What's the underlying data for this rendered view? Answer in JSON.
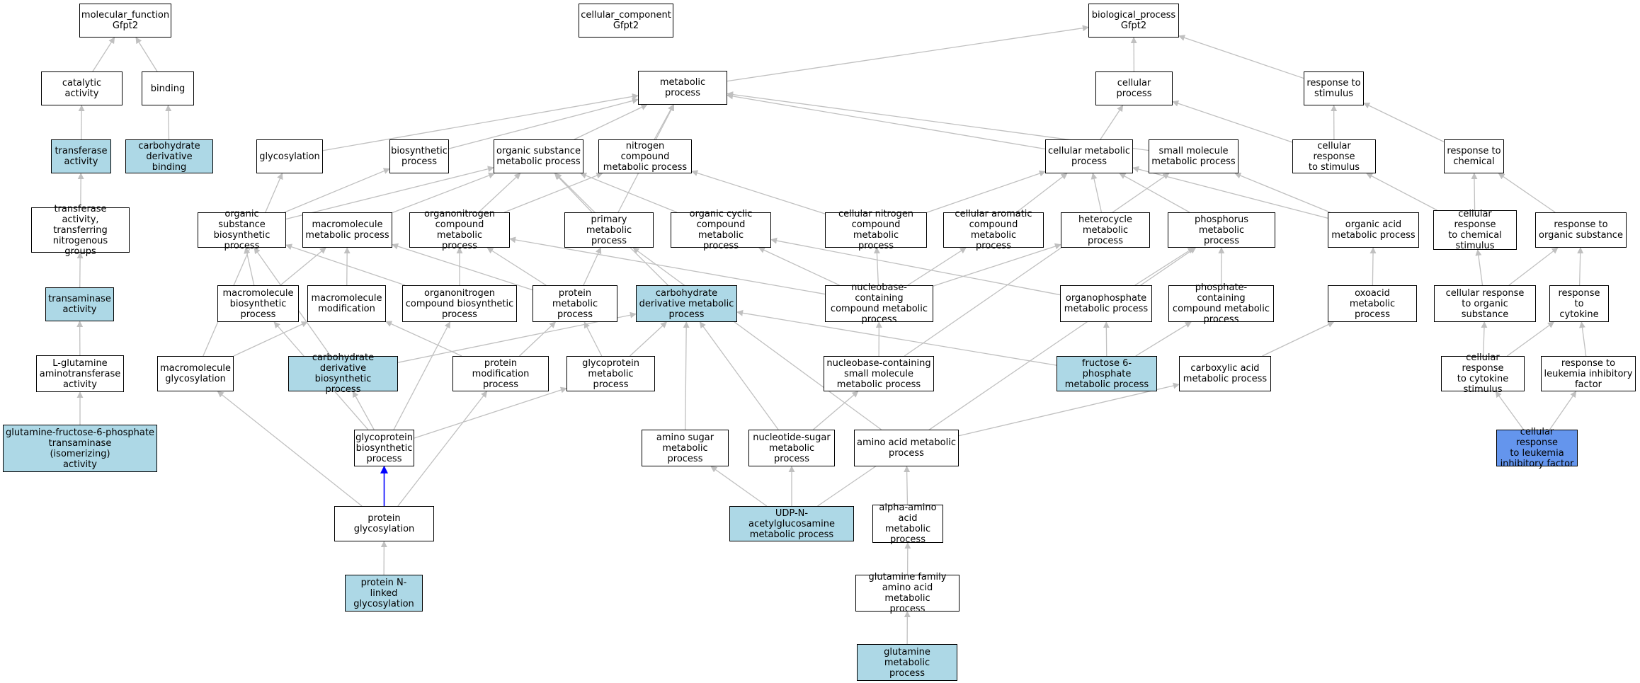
{
  "nodes": {
    "mf": "molecular_function\nGfpt2",
    "cc": "cellular_component\nGfpt2",
    "bp": "biological_process\nGfpt2",
    "cat": "catalytic activity",
    "bind": "binding",
    "tact": "transferase\nactivity",
    "cdb": "carbohydrate\nderivative binding",
    "tng": "transferase\nactivity, transferring\nnitrogenous\ngroups",
    "tam": "transaminase\nactivity",
    "lgl": "L-glutamine\naminotransferase\nactivity",
    "gf6p": "glutamine-fructose-6-phosphate\ntransaminase\n(isomerizing)\nactivity",
    "met": "metabolic process",
    "cp": "cellular process",
    "rs": "response to\nstimulus",
    "gly": "glycosylation",
    "bio": "biosynthetic\nprocess",
    "osm": "organic substance\nmetabolic process",
    "ncm": "nitrogen compound\nmetabolic process",
    "cmp": "cellular metabolic\nprocess",
    "smm": "small molecule\nmetabolic process",
    "crs": "cellular response\nto stimulus",
    "rch": "response to\nchemical",
    "osb": "organic substance\nbiosynthetic\nprocess",
    "macm": "macromolecule\nmetabolic process",
    "oncm": "organonitrogen\ncompound metabolic\nprocess",
    "pmp": "primary metabolic\nprocess",
    "occ": "organic cyclic\ncompound metabolic\nprocess",
    "cnc": "cellular nitrogen\ncompound metabolic\nprocess",
    "cac": "cellular aromatic\ncompound metabolic\nprocess",
    "het": "heterocycle\nmetabolic process",
    "pho": "phosphorus metabolic\nprocess",
    "oam": "organic acid\nmetabolic process",
    "crc": "cellular response\nto chemical\nstimulus",
    "ros": "response to\norganic substance",
    "mbp": "macromolecule\nbiosynthetic\nprocess",
    "mmod": "macromolecule\nmodification",
    "onb": "organonitrogen\ncompound biosynthetic\nprocess",
    "prm": "protein metabolic\nprocess",
    "cdm": "carbohydrate\nderivative metabolic\nprocess",
    "nbc": "nucleobase-containing\ncompound metabolic\nprocess",
    "orgp": "organophosphate\nmetabolic process",
    "pcc": "phosphate-containing\ncompound metabolic\nprocess",
    "oxo": "oxoacid metabolic\nprocess",
    "cro": "cellular response\nto organic substance",
    "rcy": "response to\ncytokine",
    "mgly": "macromolecule\nglycosylation",
    "cdbp": "carbohydrate\nderivative biosynthetic\nprocess",
    "pmod": "protein modification\nprocess",
    "gpm": "glycoprotein\nmetabolic process",
    "nbs": "nucleobase-containing\nsmall molecule\nmetabolic process",
    "f6p": "fructose 6-phosphate\nmetabolic process",
    "cam": "carboxylic acid\nmetabolic process",
    "crcs": "cellular response\nto cytokine\nstimulus",
    "rlif": "response to\nleukemia inhibitory\nfactor",
    "gbp": "glycoprotein\nbiosynthetic\nprocess",
    "asm": "amino sugar\nmetabolic process",
    "nsm": "nucleotide-sugar\nmetabolic process",
    "aam": "amino acid metabolic\nprocess",
    "crlif": "cellular response\nto leukemia\ninhibitory factor",
    "pgly": "protein glycosylation",
    "udp": "UDP-N-acetylglucosamine\nmetabolic process",
    "aaa": "alpha-amino\nacid metabolic\nprocess",
    "pnl": "protein N-linked\nglycosylation",
    "gfam": "glutamine family\namino acid metabolic\nprocess",
    "glm": "glutamine metabolic\nprocess"
  },
  "edges": [
    [
      "cat",
      "mf"
    ],
    [
      "bind",
      "mf"
    ],
    [
      "tact",
      "cat"
    ],
    [
      "cdb",
      "bind"
    ],
    [
      "tng",
      "tact"
    ],
    [
      "tam",
      "tng"
    ],
    [
      "lgl",
      "tam"
    ],
    [
      "gf6p",
      "lgl"
    ],
    [
      "met",
      "bp"
    ],
    [
      "cp",
      "bp"
    ],
    [
      "rs",
      "bp"
    ],
    [
      "gly",
      "met"
    ],
    [
      "bio",
      "met"
    ],
    [
      "osm",
      "met"
    ],
    [
      "ncm",
      "met"
    ],
    [
      "cmp",
      "met"
    ],
    [
      "smm",
      "met"
    ],
    [
      "pmp",
      "met"
    ],
    [
      "cmp",
      "cp"
    ],
    [
      "crs",
      "cp"
    ],
    [
      "crs",
      "rs"
    ],
    [
      "rch",
      "rs"
    ],
    [
      "osb",
      "bio"
    ],
    [
      "osb",
      "osm"
    ],
    [
      "macm",
      "osm"
    ],
    [
      "oncm",
      "osm"
    ],
    [
      "oncm",
      "ncm"
    ],
    [
      "pmp",
      "osm"
    ],
    [
      "occ",
      "osm"
    ],
    [
      "cnc",
      "ncm"
    ],
    [
      "cnc",
      "cmp"
    ],
    [
      "cac",
      "cmp"
    ],
    [
      "het",
      "cmp"
    ],
    [
      "pho",
      "cmp"
    ],
    [
      "oam",
      "cmp"
    ],
    [
      "oam",
      "smm"
    ],
    [
      "crc",
      "crs"
    ],
    [
      "crc",
      "rch"
    ],
    [
      "ros",
      "rch"
    ],
    [
      "mbp",
      "osb"
    ],
    [
      "mbp",
      "macm"
    ],
    [
      "mmod",
      "macm"
    ],
    [
      "onb",
      "oncm"
    ],
    [
      "onb",
      "osb"
    ],
    [
      "prm",
      "pmp"
    ],
    [
      "prm",
      "oncm"
    ],
    [
      "prm",
      "macm"
    ],
    [
      "cdm",
      "osm"
    ],
    [
      "nbc",
      "cnc"
    ],
    [
      "nbc",
      "cac"
    ],
    [
      "nbc",
      "het"
    ],
    [
      "nbc",
      "oncm"
    ],
    [
      "nbc",
      "occ"
    ],
    [
      "orgp",
      "pho"
    ],
    [
      "orgp",
      "occ"
    ],
    [
      "pcc",
      "pho"
    ],
    [
      "oxo",
      "oam"
    ],
    [
      "cro",
      "crc"
    ],
    [
      "cro",
      "ros"
    ],
    [
      "rcy",
      "ros"
    ],
    [
      "mgly",
      "gly"
    ],
    [
      "mgly",
      "mmod"
    ],
    [
      "cdbp",
      "osb"
    ],
    [
      "cdbp",
      "cdm"
    ],
    [
      "pmod",
      "prm"
    ],
    [
      "pmod",
      "mmod"
    ],
    [
      "gpm",
      "prm"
    ],
    [
      "gpm",
      "cdm"
    ],
    [
      "nbs",
      "nbc"
    ],
    [
      "nbs",
      "smm"
    ],
    [
      "f6p",
      "cdm"
    ],
    [
      "f6p",
      "orgp"
    ],
    [
      "f6p",
      "pcc"
    ],
    [
      "cam",
      "oxo"
    ],
    [
      "crcs",
      "cro"
    ],
    [
      "crcs",
      "rcy"
    ],
    [
      "rlif",
      "rcy"
    ],
    [
      "gbp",
      "cdbp"
    ],
    [
      "gbp",
      "mbp"
    ],
    [
      "gbp",
      "onb"
    ],
    [
      "gbp",
      "gpm"
    ],
    [
      "asm",
      "cdm"
    ],
    [
      "nsm",
      "cdm"
    ],
    [
      "nsm",
      "nbs"
    ],
    [
      "aam",
      "cam"
    ],
    [
      "aam",
      "pmp"
    ],
    [
      "crlif",
      "crcs"
    ],
    [
      "crlif",
      "rlif"
    ],
    [
      "pgly",
      "gbp",
      "blue"
    ],
    [
      "pgly",
      "mgly"
    ],
    [
      "pgly",
      "pmod"
    ],
    [
      "udp",
      "asm"
    ],
    [
      "udp",
      "nsm"
    ],
    [
      "udp",
      "pho"
    ],
    [
      "aaa",
      "aam"
    ],
    [
      "pnl",
      "pgly"
    ],
    [
      "gfam",
      "aaa"
    ],
    [
      "glm",
      "gfam"
    ]
  ],
  "colors": {
    "edge": "#c0c0c0",
    "edge_highlight": "#0000ff",
    "annotated": "#add8e6",
    "query": "#6495ed"
  }
}
